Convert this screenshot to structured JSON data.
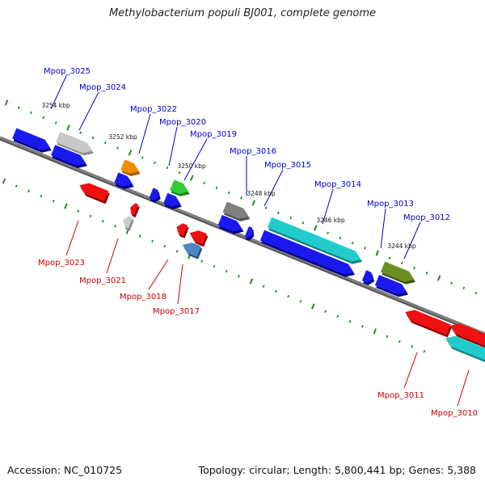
{
  "title": "Methylobacterium populi BJ001, complete genome",
  "footer": {
    "accession": "Accession: NC_010725",
    "topology": "Topology: circular; Length: 5,800,441 bp; Genes: 5,388"
  },
  "colors": {
    "forward_label": "#0000cc",
    "reverse_label": "#cc0000",
    "backbone": "#808080",
    "ticks": "#228822"
  },
  "kbp_labels": [
    "3254 kbp",
    "3252 kbp",
    "3250 kbp",
    "3248 kbp",
    "3246 kbp",
    "3244 kbp"
  ],
  "genes": [
    {
      "id": "Mpop_3025",
      "strand": "forward"
    },
    {
      "id": "Mpop_3024",
      "strand": "forward"
    },
    {
      "id": "Mpop_3022",
      "strand": "forward"
    },
    {
      "id": "Mpop_3020",
      "strand": "forward"
    },
    {
      "id": "Mpop_3019",
      "strand": "forward"
    },
    {
      "id": "Mpop_3016",
      "strand": "forward"
    },
    {
      "id": "Mpop_3015",
      "strand": "forward"
    },
    {
      "id": "Mpop_3014",
      "strand": "forward"
    },
    {
      "id": "Mpop_3013",
      "strand": "forward"
    },
    {
      "id": "Mpop_3012",
      "strand": "forward"
    },
    {
      "id": "Mpop_3023",
      "strand": "reverse"
    },
    {
      "id": "Mpop_3021",
      "strand": "reverse"
    },
    {
      "id": "Mpop_3018",
      "strand": "reverse"
    },
    {
      "id": "Mpop_3017",
      "strand": "reverse"
    },
    {
      "id": "Mpop_3011",
      "strand": "reverse"
    },
    {
      "id": "Mpop_3010",
      "strand": "reverse"
    }
  ]
}
